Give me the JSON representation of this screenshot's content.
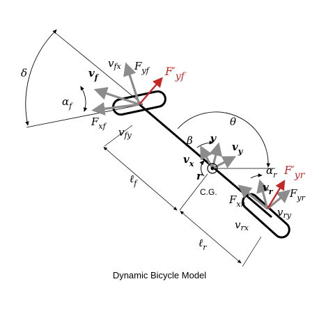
{
  "caption": "Dynamic Bicycle Model",
  "colors": {
    "force_arrows": "#8c8c8c",
    "lateral_force": "#c62828",
    "body": "#000000"
  },
  "front": {
    "steer_angle": "δ",
    "slip_angle": "α",
    "slip_angle_sub": "f",
    "velocity": "v",
    "velocity_sub": "f",
    "v_fx": "v",
    "v_fx_sub": "fx",
    "v_fy": "v",
    "v_fy_sub": "fy",
    "F_yf": "F",
    "F_yf_sub": "yf",
    "F_xf": "F",
    "F_xf_sub": "xf",
    "F_yf_prime": "F′",
    "F_yf_prime_sub": "yf"
  },
  "body": {
    "heading_angle": "θ",
    "sideslip_angle": "β",
    "velocity": "v",
    "v_x": "v",
    "v_x_sub": "x",
    "v_y": "v",
    "v_y_sub": "y",
    "yaw_rate": "r",
    "cg_label": "C.G.",
    "l_f": "ℓ",
    "l_f_sub": "f",
    "l_r": "ℓ",
    "l_r_sub": "r"
  },
  "rear": {
    "slip_angle": "α",
    "slip_angle_sub": "r",
    "velocity": "v",
    "velocity_sub": "r",
    "F_xr": "F",
    "F_xr_sub": "xr",
    "F_yr": "F",
    "F_yr_sub": "yr",
    "v_rx": "v",
    "v_rx_sub": "rx",
    "v_ry": "v",
    "v_ry_sub": "ry",
    "F_yr_prime": "F′",
    "F_yr_prime_sub": "yr"
  }
}
